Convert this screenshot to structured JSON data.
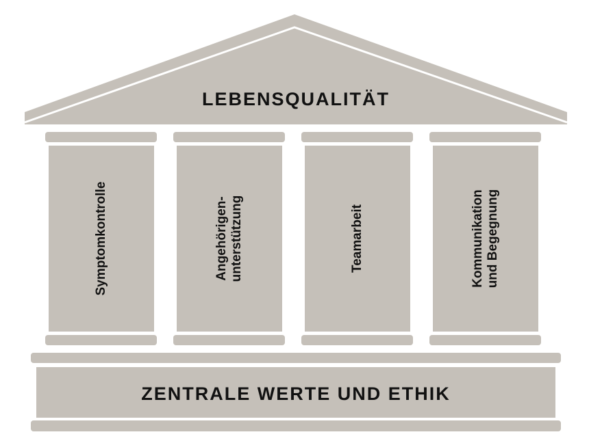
{
  "roof": {
    "label": "LEBENSQUALITÄT"
  },
  "pillars": [
    {
      "lines": [
        "Symptomkontrolle"
      ]
    },
    {
      "lines": [
        "Angehörigen-",
        "unterstützung"
      ]
    },
    {
      "lines": [
        "Teamarbeit"
      ]
    },
    {
      "lines": [
        "Kommunikation",
        "und Begegnung"
      ]
    }
  ],
  "foundation": {
    "label": "ZENTRALE WERTE UND ETHIK"
  },
  "colors": {
    "stone": "#c5c0b9",
    "text": "#111111"
  }
}
